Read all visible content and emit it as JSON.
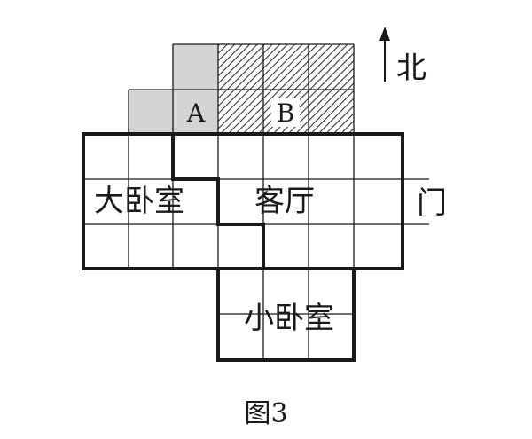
{
  "header_fragment": "",
  "labels": {
    "cell_a": "A",
    "cell_b": "B",
    "master_bedroom": "大卧室",
    "living_room": "客厅",
    "small_bedroom": "小卧室",
    "door": "门",
    "north": "北",
    "caption": "图3"
  },
  "colors": {
    "grid_line": "#1a1a1a",
    "gray_fill": "#d4d4d4",
    "hatch_line": "#333333",
    "background": "#ffffff"
  }
}
